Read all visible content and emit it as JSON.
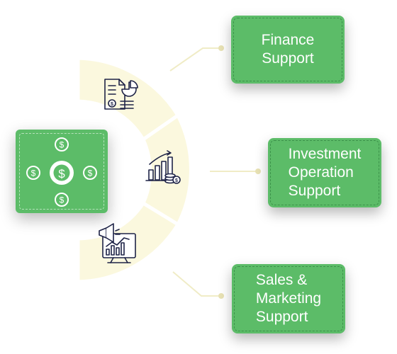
{
  "colors": {
    "accent_green": "#5cbc68",
    "ring_fill": "#fbf8de",
    "connector": "#f0ecc6",
    "icon_stroke": "#1e2347"
  },
  "hub": {
    "icon": "money-circulation-icon",
    "currency_symbol": "$"
  },
  "segments": [
    {
      "icon": "financial-report-icon"
    },
    {
      "icon": "growth-chart-coins-icon"
    },
    {
      "icon": "marketing-monitor-icon"
    }
  ],
  "cards": [
    {
      "label": "Finance\nSupport"
    },
    {
      "label": "Investment\nOperation\nSupport"
    },
    {
      "label": "Sales &\nMarketing\nSupport"
    }
  ]
}
